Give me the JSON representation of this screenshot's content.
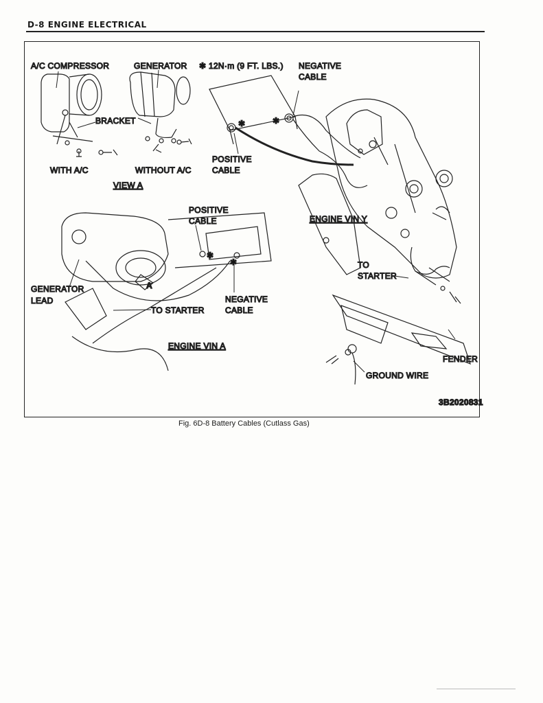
{
  "header": {
    "title": "D-8 ENGINE ELECTRICAL"
  },
  "figure": {
    "caption": "Fig. 6D-8 Battery Cables (Cutlass Gas)",
    "code": "3B2020831",
    "labels": {
      "ac_compressor": "A/C COMPRESSOR",
      "generator": "GENERATOR",
      "torque": "✱ 12N·m (9 FT. LBS.)",
      "negative_cable_top_1": "NEGATIVE",
      "negative_cable_top_2": "CABLE",
      "bracket": "BRACKET",
      "positive_cable_top_1": "POSITIVE",
      "positive_cable_top_2": "CABLE",
      "with_ac": "WITH A/C",
      "without_ac": "WITHOUT A/C",
      "view_a": "VIEW A",
      "positive_cable_mid_1": "POSITIVE",
      "positive_cable_mid_2": "CABLE",
      "engine_vin_y": "ENGINE VIN Y",
      "generator_lead_1": "GENERATOR",
      "generator_lead_2": "LEAD",
      "negative_cable_mid_1": "NEGATIVE",
      "negative_cable_mid_2": "CABLE",
      "to_starter_left": "TO STARTER",
      "to_starter_right_1": "TO",
      "to_starter_right_2": "STARTER",
      "engine_vin_a": "ENGINE VIN A",
      "fender": "FENDER",
      "ground_wire": "GROUND WIRE",
      "view_marker": "A",
      "asterisk": "✱"
    }
  }
}
